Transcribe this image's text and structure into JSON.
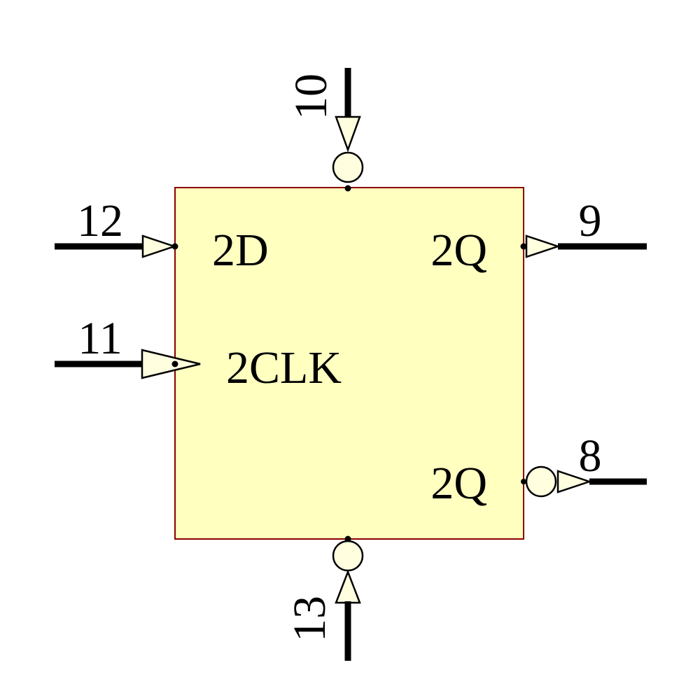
{
  "diagram": {
    "kind": "logic-symbol-d-flip-flop-section",
    "colors": {
      "body_fill": "#FFFFC0",
      "body_stroke": "#8B0000",
      "marker_fill": "#FFFFE0",
      "wire": "#000000",
      "text": "#000000"
    },
    "pins": {
      "d": {
        "number": "12",
        "label": "2D"
      },
      "clk": {
        "number": "11",
        "label": "2CLK"
      },
      "preset": {
        "number": "10",
        "label": ""
      },
      "clear": {
        "number": "13",
        "label": ""
      },
      "q": {
        "number": "9",
        "label": "2Q"
      },
      "qbar": {
        "number": "8",
        "label": "2Q"
      }
    }
  }
}
